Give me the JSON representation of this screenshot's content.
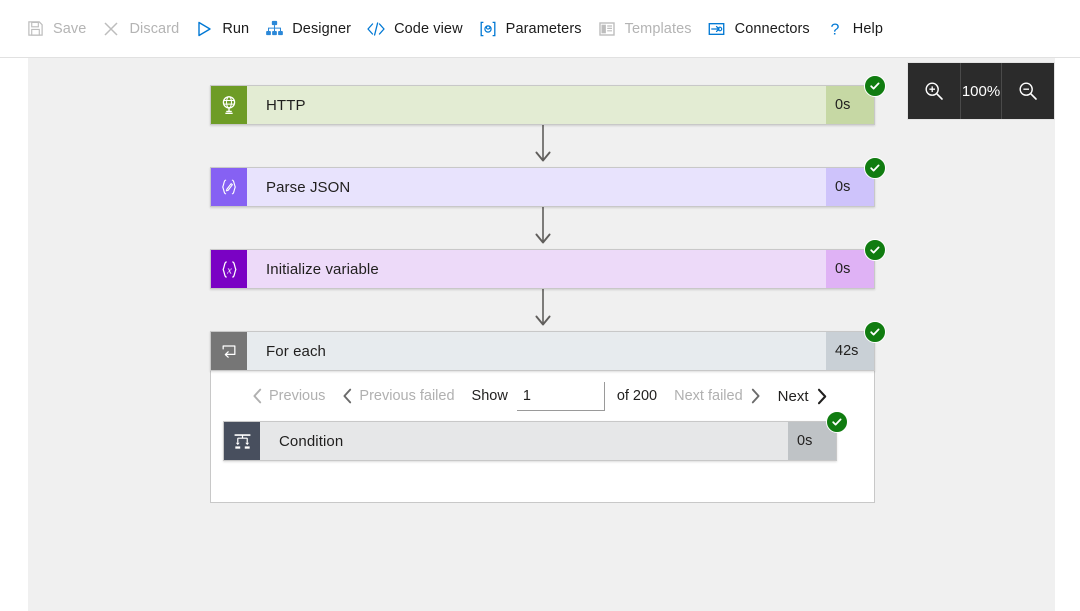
{
  "toolbar": {
    "items": [
      {
        "label": "Save",
        "icon": "save-icon",
        "enabled": false
      },
      {
        "label": "Discard",
        "icon": "discard-icon",
        "enabled": false
      },
      {
        "label": "Run",
        "icon": "run-icon",
        "enabled": true
      },
      {
        "label": "Designer",
        "icon": "designer-icon",
        "enabled": true
      },
      {
        "label": "Code view",
        "icon": "code-view-icon",
        "enabled": true
      },
      {
        "label": "Parameters",
        "icon": "parameters-icon",
        "enabled": true
      },
      {
        "label": "Templates",
        "icon": "templates-icon",
        "enabled": false
      },
      {
        "label": "Connectors",
        "icon": "connectors-icon",
        "enabled": true
      },
      {
        "label": "Help",
        "icon": "help-icon",
        "enabled": true
      }
    ]
  },
  "zoom_control": {
    "zoom_in_icon": "magnifier-plus-icon",
    "level": "100%",
    "zoom_out_icon": "magnifier-minus-icon"
  },
  "flow": {
    "steps": [
      {
        "name": "HTTP",
        "duration": "0s",
        "icon": "globe-icon",
        "status": "succeeded"
      },
      {
        "name": "Parse JSON",
        "duration": "0s",
        "icon": "braces-pen-icon",
        "status": "succeeded"
      },
      {
        "name": "Initialize variable",
        "duration": "0s",
        "icon": "braces-x-icon",
        "status": "succeeded"
      },
      {
        "name": "For each",
        "duration": "42s",
        "icon": "loop-icon",
        "status": "succeeded"
      }
    ],
    "inner_step": {
      "name": "Condition",
      "duration": "0s",
      "icon": "condition-icon",
      "status": "succeeded"
    }
  },
  "pagination": {
    "previous_label": "Previous",
    "previous_enabled": false,
    "previous_failed_label": "Previous failed",
    "previous_failed_enabled": false,
    "show_label": "Show",
    "show_value": "1",
    "of_label": "of 200",
    "total": 200,
    "next_failed_label": "Next failed",
    "next_failed_enabled": false,
    "next_label": "Next",
    "next_enabled": true
  },
  "colors": {
    "success_badge": "#107c10",
    "accent_blue": "#0078d4",
    "canvas": "#f0f0f0",
    "http": "#6e9c26",
    "parse_json": "#8661f3",
    "initialize_variable": "#7a02c4",
    "for_each": "#767676",
    "condition": "#484f5e"
  }
}
